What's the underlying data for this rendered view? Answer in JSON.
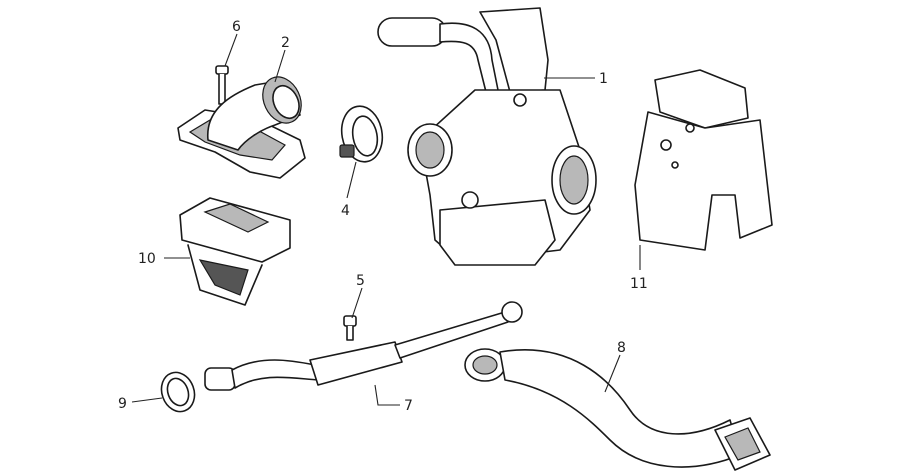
{
  "diagram": {
    "labels": [
      {
        "id": "1",
        "text": "1"
      },
      {
        "id": "2",
        "text": "2"
      },
      {
        "id": "4",
        "text": "4"
      },
      {
        "id": "5",
        "text": "5"
      },
      {
        "id": "6",
        "text": "6"
      },
      {
        "id": "7",
        "text": "7"
      },
      {
        "id": "8",
        "text": "8"
      },
      {
        "id": "9",
        "text": "9"
      },
      {
        "id": "10",
        "text": "10"
      },
      {
        "id": "11",
        "text": "11"
      }
    ]
  }
}
